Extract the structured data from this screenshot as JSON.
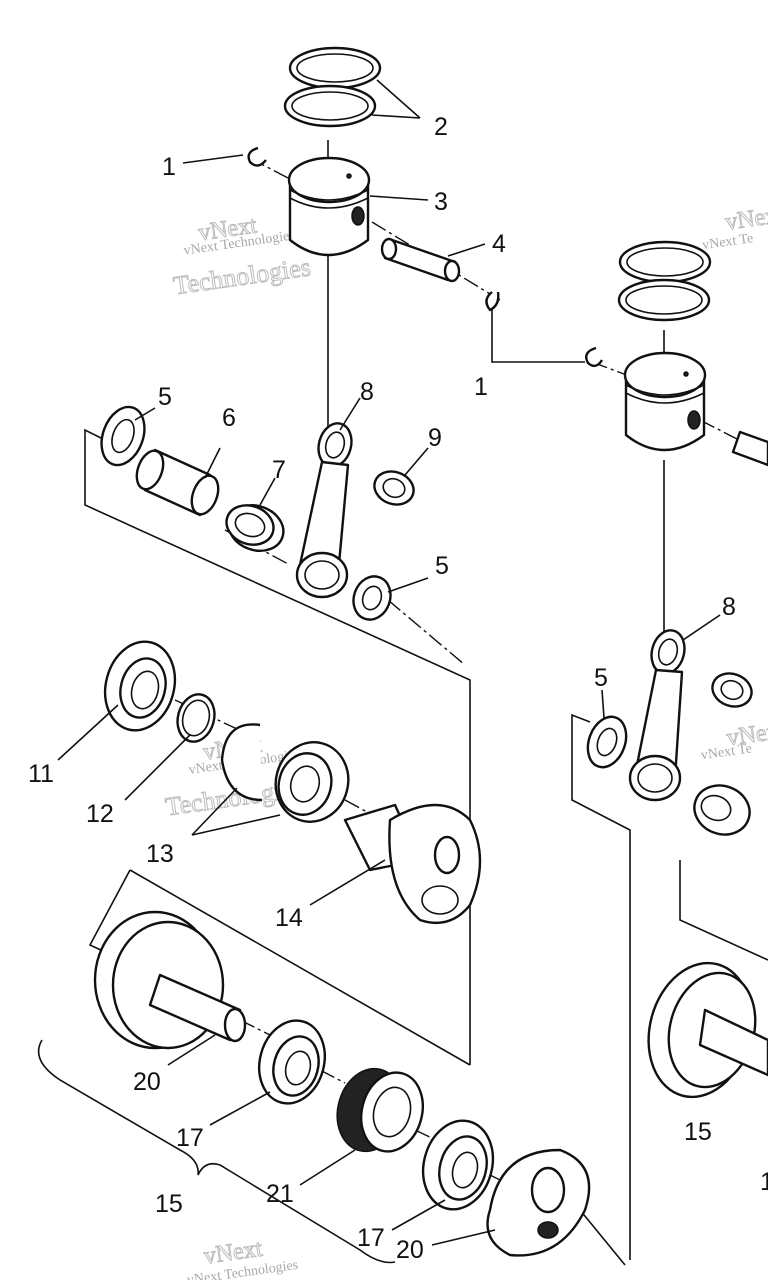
{
  "diagram": {
    "callouts": {
      "c1a": "1",
      "c2a": "2",
      "c3a": "3",
      "c4a": "4",
      "c1b": "1",
      "c5a": "5",
      "c6a": "6",
      "c7a": "7",
      "c8a": "8",
      "c9a": "9",
      "c5b": "5",
      "c8b": "8",
      "c5c": "5",
      "c11": "11",
      "c12": "12",
      "c13": "13",
      "c14": "14",
      "c20a": "20",
      "c17a": "17",
      "c21": "21",
      "c15a": "15",
      "c17b": "17",
      "c20b": "20",
      "c15b": "15",
      "c1c": "1"
    },
    "watermark": {
      "brand": "vNext",
      "line1": "vNext Technologies",
      "line2": "Technologies",
      "partial_right": "vNext Te",
      "partial_bottom": "vNext Technologies"
    }
  }
}
